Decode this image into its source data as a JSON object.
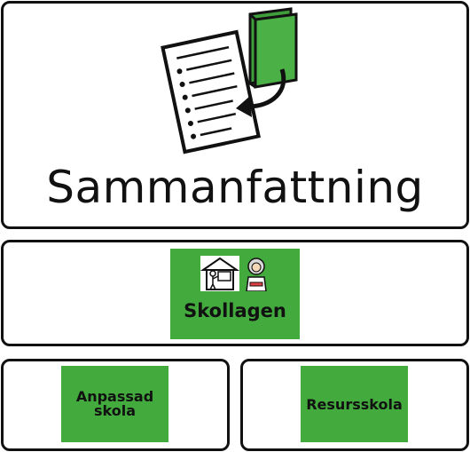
{
  "summary_card": {
    "title": "Sammanfattning",
    "icon": "document-to-book-icon"
  },
  "law_card": {
    "button_label": "Skollagen",
    "icons": [
      "school-teacher-icon",
      "judge-icon"
    ]
  },
  "adapted_card": {
    "button_label": "Anpassad\nskola"
  },
  "resource_card": {
    "button_label": "Resursskola"
  },
  "colors": {
    "accent": "#43ab3e",
    "border": "#111111",
    "background": "#ffffff"
  }
}
